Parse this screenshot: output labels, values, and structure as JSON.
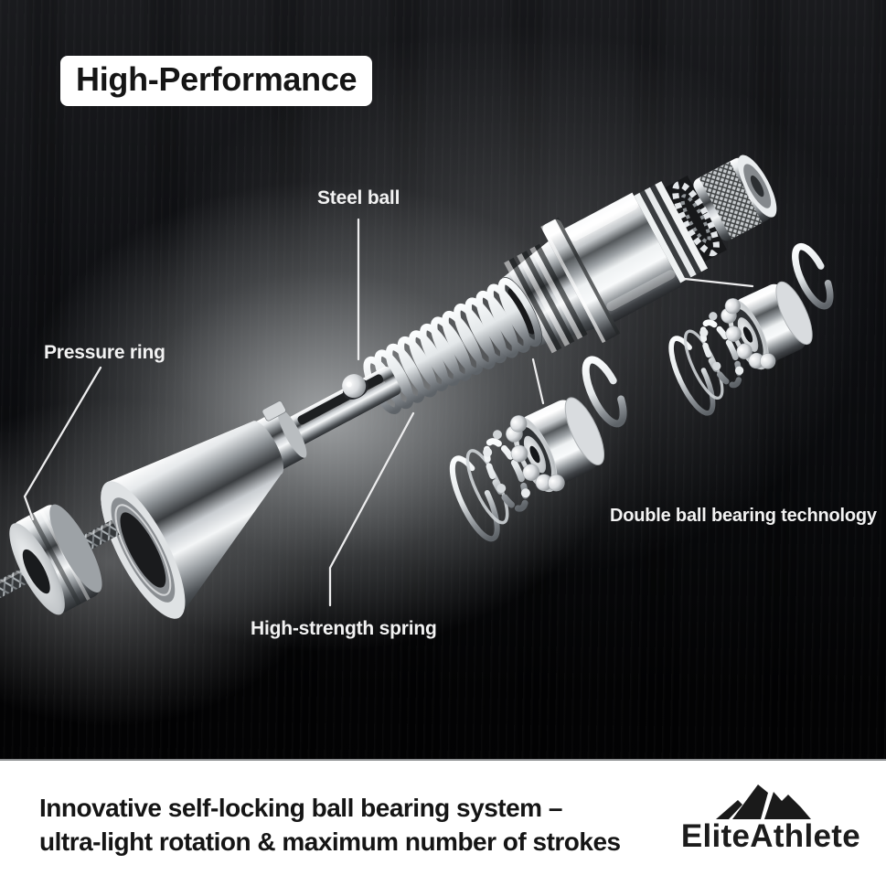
{
  "badge": {
    "label": "High-Performance"
  },
  "callouts": {
    "steel_ball": "Steel ball",
    "pressure_ring": "Pressure ring",
    "spring": "High-strength spring",
    "bearing": "Double ball bearing technology"
  },
  "footer": {
    "tagline_line1": "Innovative self-locking ball bearing system –",
    "tagline_line2": "ultra-light rotation & maximum number of strokes",
    "brand": "EliteAthlete"
  },
  "diagram": {
    "components": [
      "steel-cable",
      "pressure-ring",
      "cone-sleeve",
      "locking-shaft",
      "steel-ball",
      "high-strength-spring",
      "ribbed-collar",
      "bearing-housing",
      "gear-ring",
      "end-cap",
      "ball-bearing-near",
      "ball-bearing-far"
    ]
  },
  "colors": {
    "background": "#0b0c0e",
    "footer_bg": "#ffffff",
    "text_dark": "#151515",
    "text_light": "#f2f2f2",
    "chrome": "#d9dcdf"
  }
}
